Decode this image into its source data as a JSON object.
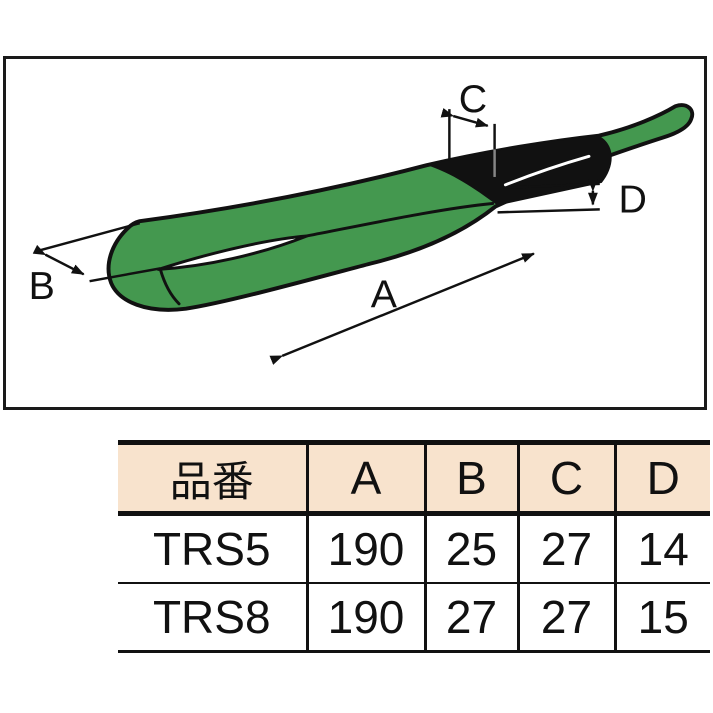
{
  "diagram": {
    "labels": {
      "a": "A",
      "b": "B",
      "c": "C",
      "d": "D"
    },
    "colors": {
      "sling_green": "#44984f",
      "sewn_black": "#111111",
      "outline": "#111111",
      "box_border": "#1a1a1a"
    }
  },
  "table": {
    "header_bg": "#f8e3cd",
    "columns": [
      "品番",
      "A",
      "B",
      "C",
      "D"
    ],
    "rows": [
      [
        "TRS5",
        "190",
        "25",
        "27",
        "14"
      ],
      [
        "TRS8",
        "190",
        "27",
        "27",
        "15"
      ]
    ]
  }
}
